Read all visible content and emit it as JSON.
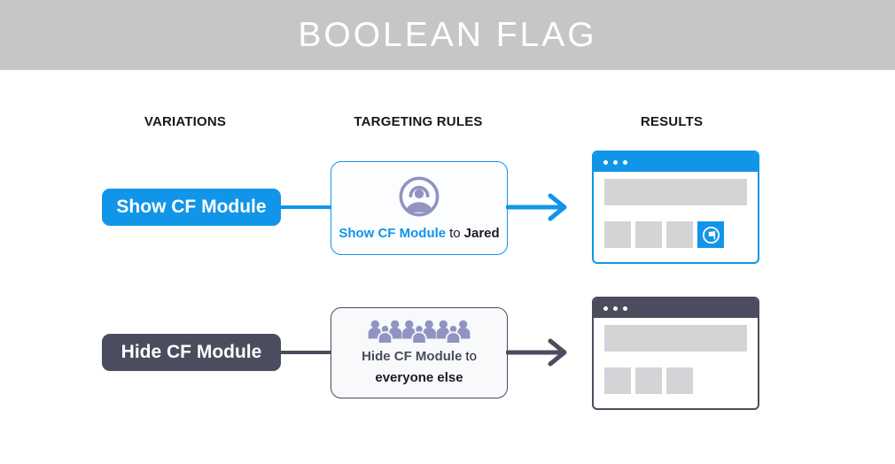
{
  "banner": {
    "title": "BOOLEAN FLAG"
  },
  "columns": {
    "variations": "VARIATIONS",
    "targeting": "TARGETING RULES",
    "results": "RESULTS"
  },
  "colors": {
    "banner_bg": "#c6c6c6",
    "blue": "#1195e8",
    "dark_slate": "#4b4c5d",
    "icon_lavender": "#9193c1",
    "placeholder_gray": "#d3d4d6"
  },
  "rows": [
    {
      "variation": "Show CF Module",
      "rule": {
        "icon": "single-user-icon",
        "flag": "Show CF Module",
        "connector": "to",
        "audience": "Jared"
      },
      "result": {
        "browser_color": "blue",
        "module_visible": true,
        "module_icon": "flag-icon"
      }
    },
    {
      "variation": "Hide CF Module",
      "rule": {
        "icon": "crowd-icon",
        "flag": "Hide CF Module",
        "connector": "to",
        "audience": "everyone else"
      },
      "result": {
        "browser_color": "dark",
        "module_visible": false
      }
    }
  ]
}
